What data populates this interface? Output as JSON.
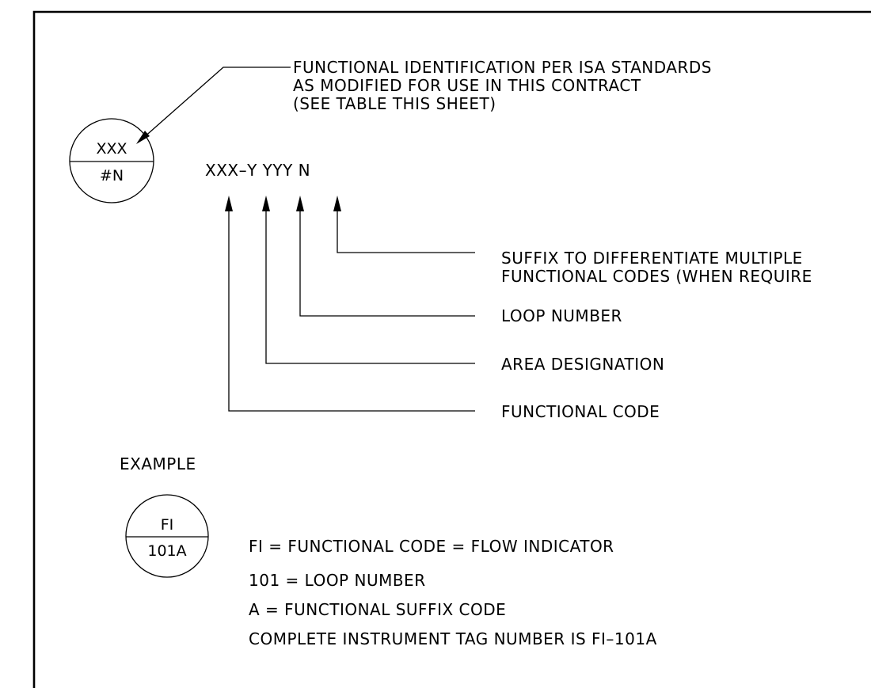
{
  "symbol_legend": {
    "bubble": {
      "top": "XXX",
      "bottom": "#N"
    },
    "callout_lines": [
      "FUNCTIONAL IDENTIFICATION PER ISA STANDARDS",
      "AS MODIFIED FOR USE IN THIS CONTRACT",
      "(SEE TABLE THIS SHEET)"
    ],
    "tag_format": "XXX–Y YYY N",
    "fields": [
      {
        "label_lines": [
          "SUFFIX TO DIFFERENTIATE MULTIPLE",
          "FUNCTIONAL CODES (WHEN REQUIRE"
        ]
      },
      {
        "label_lines": [
          "LOOP NUMBER"
        ]
      },
      {
        "label_lines": [
          "AREA DESIGNATION"
        ]
      },
      {
        "label_lines": [
          "FUNCTIONAL CODE"
        ]
      }
    ]
  },
  "example": {
    "heading": "EXAMPLE",
    "bubble": {
      "top": "FI",
      "bottom": "101A"
    },
    "lines": [
      "FI = FUNCTIONAL CODE = FLOW INDICATOR",
      "101 = LOOP NUMBER",
      "A = FUNCTIONAL SUFFIX CODE",
      "COMPLETE INSTRUMENT TAG NUMBER IS FI–101A"
    ]
  }
}
